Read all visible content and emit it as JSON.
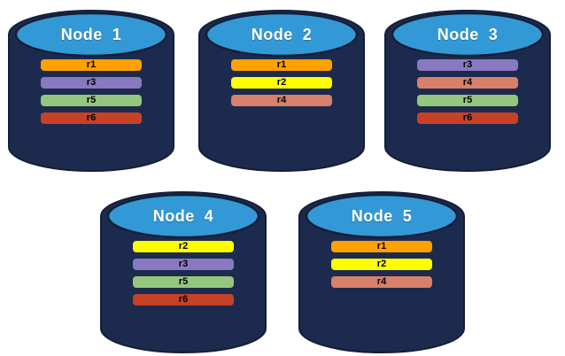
{
  "diagram": {
    "nodes": [
      {
        "label": "Node  1",
        "rows": [
          "r1",
          "r3",
          "r5",
          "r6"
        ]
      },
      {
        "label": "Node  2",
        "rows": [
          "r1",
          "r2",
          "r4"
        ]
      },
      {
        "label": "Node  3",
        "rows": [
          "r3",
          "r4",
          "r5",
          "r6"
        ]
      },
      {
        "label": "Node  4",
        "rows": [
          "r2",
          "r3",
          "r5",
          "r6"
        ]
      },
      {
        "label": "Node  5",
        "rows": [
          "r1",
          "r2",
          "r4"
        ]
      }
    ],
    "row_colors": {
      "r1": "#FFA101",
      "r2": "#FFFF00",
      "r3": "#8979C1",
      "r4": "#D88069",
      "r5": "#95C67E",
      "r6": "#C64227"
    },
    "colors": {
      "background": "#FFFFFF",
      "cylinder_body": "#1C2B4D",
      "cylinder_outline": "#131E38",
      "cylinder_top": "#3399D6",
      "title_text": "#FFFFFF",
      "row_label_text": "#000000"
    }
  }
}
